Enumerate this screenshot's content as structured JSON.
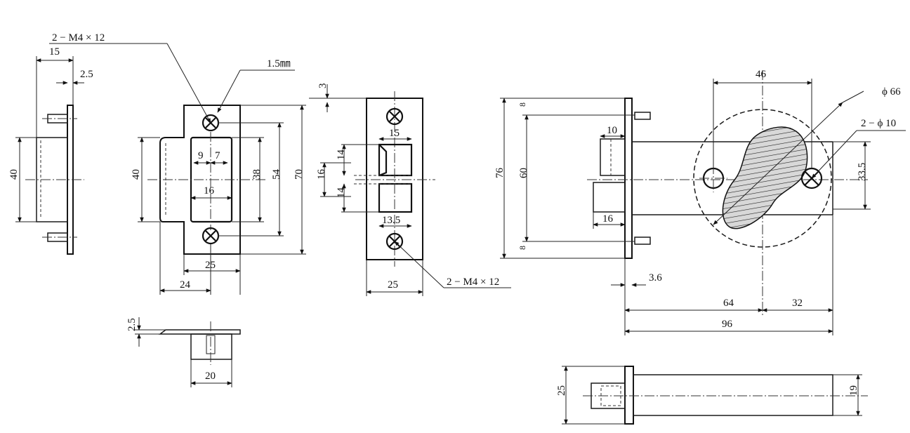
{
  "labels": {
    "screw_callout_1": "2 − M4 × 12",
    "screw_callout_2": "2 − M4 × 12",
    "plate_thickness": "1.5㎜",
    "dia_66": "ϕ 66",
    "dia_10": "2 − ϕ 10"
  },
  "dims": {
    "side_15": "15",
    "side_2_5": "2.5",
    "side_40": "40",
    "front_40": "40",
    "front_9": "9",
    "front_7": "7",
    "front_16": "16",
    "front_38": "38",
    "front_54": "54",
    "front_70": "70",
    "front_25": "25",
    "front_24": "24",
    "bottom_2_5": "2.5",
    "bottom_20": "20",
    "strike_3": "3",
    "strike_15": "15",
    "strike_14a": "14",
    "strike_16": "16",
    "strike_14b": "14",
    "strike_13_5": "13.5",
    "strike_25": "25",
    "latch_10": "10",
    "latch_76": "76",
    "latch_60": "60",
    "latch_8a": "8",
    "latch_8b": "8",
    "latch_16": "16",
    "latch_3_6": "3.6",
    "latch_64": "64",
    "latch_32": "32",
    "latch_96": "96",
    "latch_46": "46",
    "latch_33_5": "33.5",
    "latch_25": "25",
    "latch_19": "19"
  }
}
